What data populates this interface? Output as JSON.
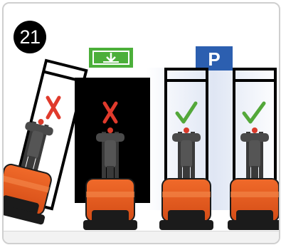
{
  "figure": {
    "step_number": "21",
    "parking_sign_letter": "P",
    "colors": {
      "truck_orange": "#e35a1f",
      "truck_dark": "#1b1b1b",
      "wrong_mark": "#e03a2c",
      "correct_mark": "#53a83a",
      "exit_sign_green": "#4caf3a",
      "parking_sign_blue": "#2c5fb0"
    },
    "icons": [
      "cross-mark-icon",
      "cross-mark-icon",
      "check-mark-icon",
      "check-mark-icon",
      "emergency-exit-sign-icon",
      "parking-sign-icon"
    ],
    "positions": [
      {
        "id": "leaning-wrong",
        "marker": "cross",
        "status": "wrong"
      },
      {
        "id": "blocking-exit-wrong",
        "marker": "cross",
        "status": "wrong"
      },
      {
        "id": "parking-correct-1",
        "marker": "check",
        "status": "correct"
      },
      {
        "id": "parking-correct-2",
        "marker": "check",
        "status": "correct"
      }
    ]
  }
}
